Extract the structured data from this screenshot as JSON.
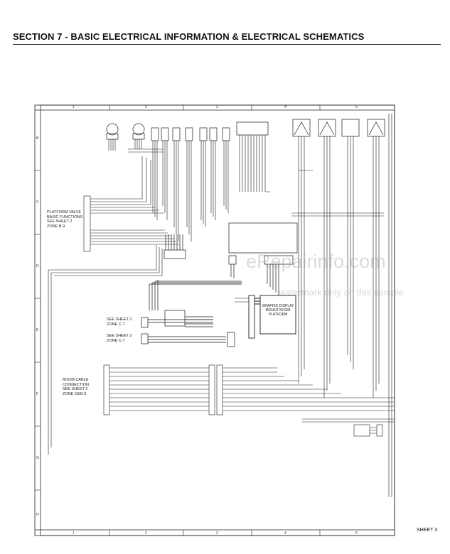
{
  "header": {
    "title": "SECTION 7 - BASIC ELECTRICAL INFORMATION & ELECTRICAL SCHEMATICS"
  },
  "labels": {
    "platform_valve": "PLATFORM VALVE\nBASIC FUNCTIONS\nSEE SHEET 2\nZONE B-9",
    "graphic_display": "GRAPHIC DISPLAY\nMOUNT BOOM\nPLATFORM",
    "see_sheet_1": "SEE SHEET 2\nZONE C-7",
    "see_sheet_2": "SEE SHEET 2\nZONE C-7",
    "boom_cable": "BOOM CABLE\nCONNECTION\nSEE SHEET 2\nZONE C&D-9"
  },
  "sheet_label": "SHEET 3",
  "watermark": {
    "main": "eRepairinfo.com",
    "sub": "watermark only on this sample"
  },
  "grid": {
    "top": [
      "1",
      "2",
      "3",
      "4",
      "5"
    ],
    "left": [
      "B",
      "C",
      "D",
      "E",
      "F",
      "G",
      "H"
    ]
  },
  "colors": {
    "line": "#1a1a1a",
    "watermark": "#999999"
  }
}
